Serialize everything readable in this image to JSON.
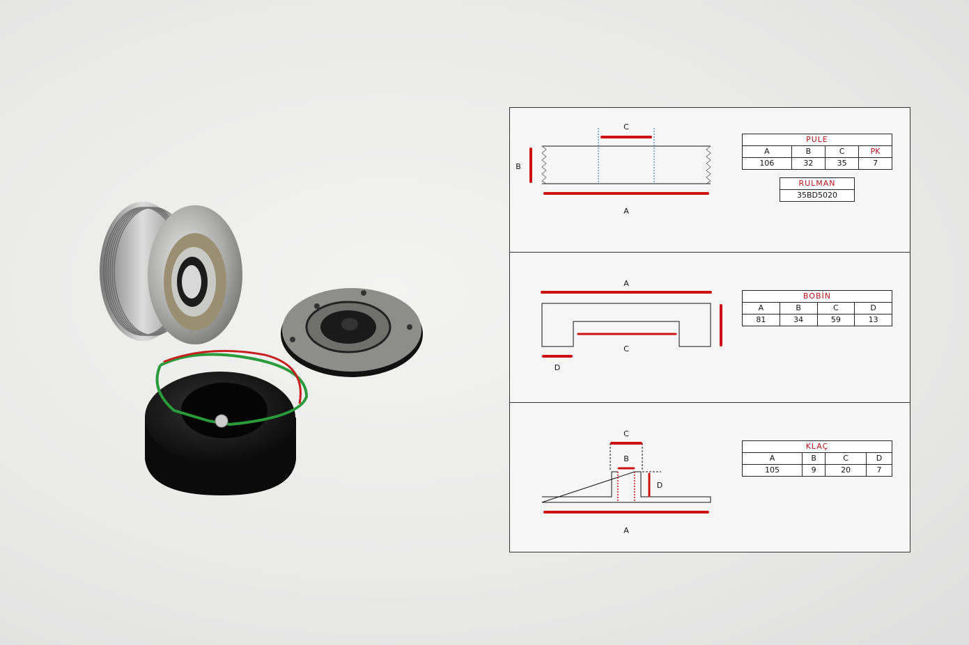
{
  "colors": {
    "accent": "#cc1111",
    "header_text": "#b4121b"
  },
  "photo": {
    "items": [
      "pulley-icon",
      "clutch-plate-icon",
      "coil-icon"
    ]
  },
  "pule": {
    "title": "PULE",
    "headers": [
      "A",
      "B",
      "C",
      "PK"
    ],
    "values": [
      "106",
      "32",
      "35",
      "7"
    ],
    "diagram_labels": {
      "a": "A",
      "b": "B",
      "c": "C"
    }
  },
  "rulman": {
    "title": "RULMAN",
    "value": "35BD5020"
  },
  "bobin": {
    "title": "BOBİN",
    "headers": [
      "A",
      "B",
      "C",
      "D"
    ],
    "values": [
      "81",
      "34",
      "59",
      "13"
    ],
    "diagram_labels": {
      "a": "A",
      "c": "C",
      "d": "D"
    }
  },
  "klac": {
    "title": "KLAÇ",
    "headers": [
      "A",
      "B",
      "C",
      "D"
    ],
    "values": [
      "105",
      "9",
      "20",
      "7"
    ],
    "diagram_labels": {
      "a": "A",
      "b": "B",
      "c": "C",
      "d": "D"
    }
  }
}
